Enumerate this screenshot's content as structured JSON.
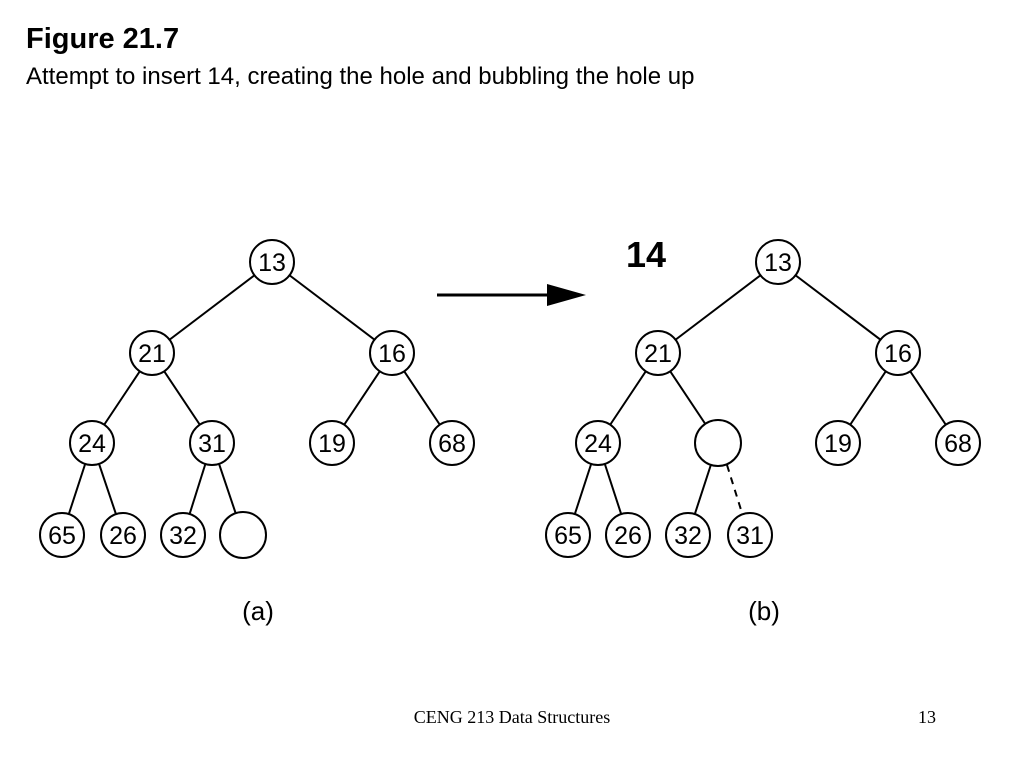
{
  "slide": {
    "title": "Figure 21.7",
    "subtitle": "Attempt to insert 14, creating the hole and bubbling the hole up",
    "footer": "CENG 213 Data Structures",
    "page_number": "13"
  },
  "diagram": {
    "insert_value": "14",
    "tree_a": {
      "caption": "(a)",
      "nodes": {
        "n13": "13",
        "n21": "21",
        "n16": "16",
        "n24": "24",
        "n31": "31",
        "n19": "19",
        "n68": "68",
        "n65": "65",
        "n26": "26",
        "n32": "32",
        "hole": ""
      }
    },
    "tree_b": {
      "caption": "(b)",
      "nodes": {
        "n13": "13",
        "n21": "21",
        "n16": "16",
        "n24": "24",
        "hole": "",
        "n19": "19",
        "n68": "68",
        "n65": "65",
        "n26": "26",
        "n32": "32",
        "n31": "31"
      }
    }
  }
}
